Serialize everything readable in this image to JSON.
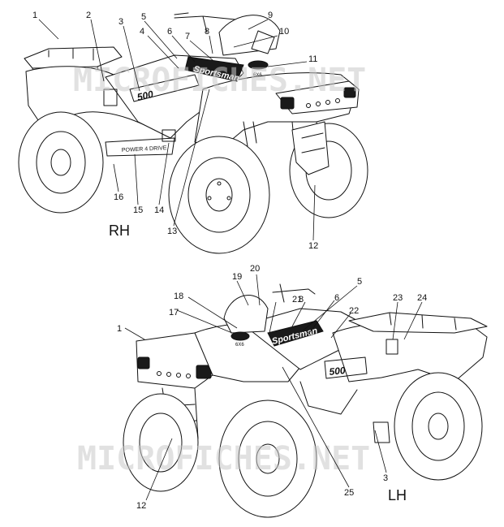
{
  "watermark": "MICROFICHES.NET",
  "views": [
    {
      "label": "RH",
      "callouts": [
        "1",
        "2",
        "3",
        "4",
        "5",
        "6",
        "7",
        "8",
        "9",
        "10",
        "11",
        "12",
        "13",
        "14",
        "15",
        "16"
      ]
    },
    {
      "label": "LH",
      "callouts": [
        "1",
        "3",
        "5",
        "6",
        "8",
        "12",
        "17",
        "18",
        "19",
        "20",
        "21",
        "22",
        "23",
        "24",
        "25"
      ]
    }
  ],
  "decals": {
    "sportsman": "Sportsman",
    "model": "500",
    "badge": "6X6",
    "drive": "POWER 4 DRIVE"
  },
  "colors": {
    "ink": "#111111",
    "watermark": "#c8c8c8",
    "paper": "#ffffff"
  }
}
